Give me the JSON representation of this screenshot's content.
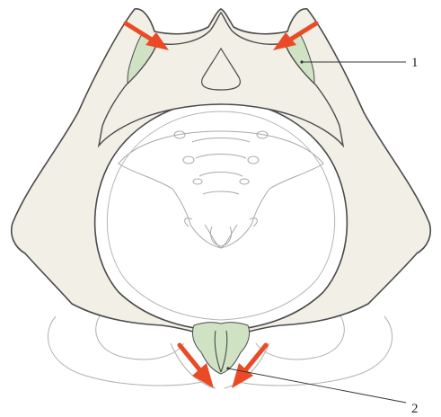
{
  "diagram": {
    "labels": [
      {
        "id": "1",
        "text": "1"
      },
      {
        "id": "2",
        "text": "2"
      }
    ]
  },
  "colors": {
    "bone": "#f2efe6",
    "outline": "#4a4a4a",
    "faint_outline": "#a8a8a8",
    "highlight": "#cfe3c4",
    "arrow": "#ea4a26",
    "leader": "#333333"
  }
}
